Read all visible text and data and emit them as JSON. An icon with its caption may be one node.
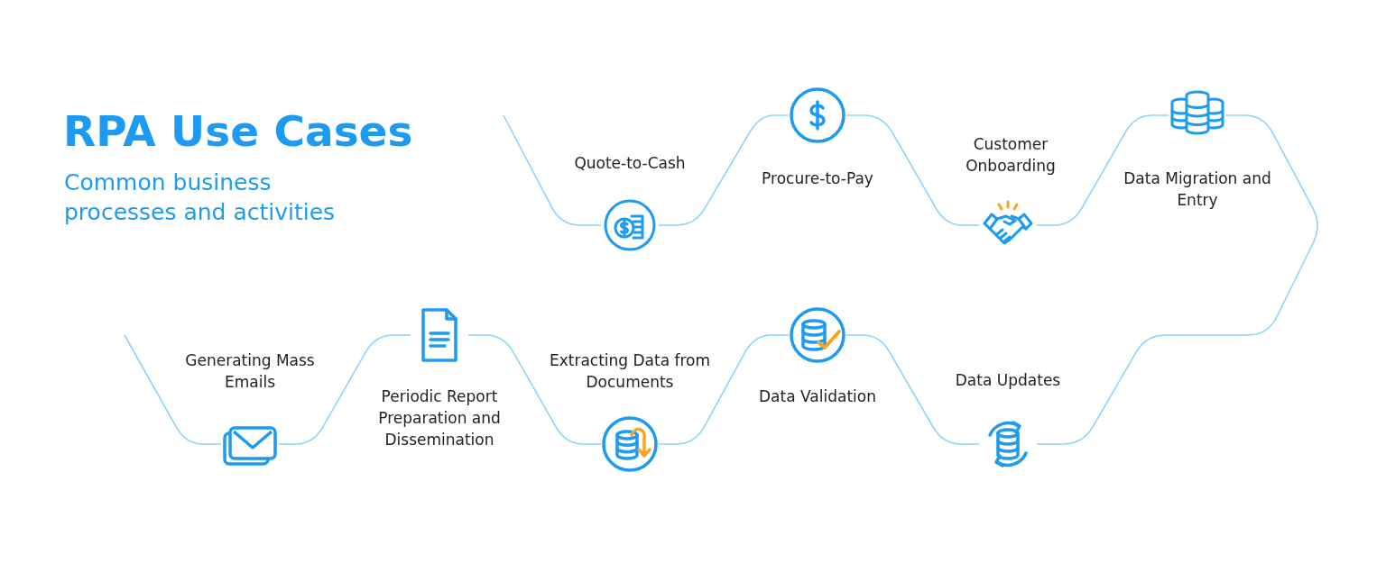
{
  "diagram": {
    "title": "RPA Use Cases",
    "nodes": [
      {
        "text": [],
        "shape": "picture",
        "beside": [
          "Quote-to-Cash"
        ]
      },
      {
        "text": [],
        "shape": "picture",
        "beside": [
          "Procure-to-Pay"
        ]
      },
      {
        "text": [],
        "shape": "picture",
        "beside": [
          "Customer Onboarding"
        ]
      },
      {
        "text": [],
        "shape": "picture",
        "beside": [
          "Data Migration and Entry"
        ]
      },
      {
        "text": [],
        "shape": "picture",
        "beside": [
          "Generating Mass Emails"
        ]
      },
      {
        "text": [],
        "shape": "picture",
        "beside": [
          "Periodic Report Preparation and Dissemination"
        ]
      },
      {
        "text": [],
        "shape": "picture",
        "beside": [
          "Extracting Data from Documents"
        ]
      },
      {
        "text": [],
        "shape": "picture",
        "beside": [
          "Data Validation"
        ]
      },
      {
        "text": [],
        "shape": "picture",
        "beside": [
          "Data Updates"
        ]
      }
    ],
    "edges": [
      {
        "from": null,
        "to": 0,
        "arrow": "none"
      },
      {
        "from": 0,
        "to": 1,
        "arrow": "none"
      },
      {
        "from": 1,
        "to": 2,
        "arrow": "none"
      },
      {
        "from": 2,
        "to": 3,
        "arrow": "none"
      },
      {
        "from": 3,
        "to": 8,
        "arrow": "none"
      },
      {
        "from": 8,
        "to": 7,
        "arrow": "none"
      },
      {
        "from": 7,
        "to": 6,
        "arrow": "none"
      },
      {
        "from": 6,
        "to": 5,
        "arrow": "none"
      },
      {
        "from": 5,
        "to": 4,
        "arrow": "none"
      },
      {
        "from": 4,
        "to": null,
        "arrow": "none"
      }
    ],
    "labels": [
      "Common business processes and activities"
    ]
  }
}
